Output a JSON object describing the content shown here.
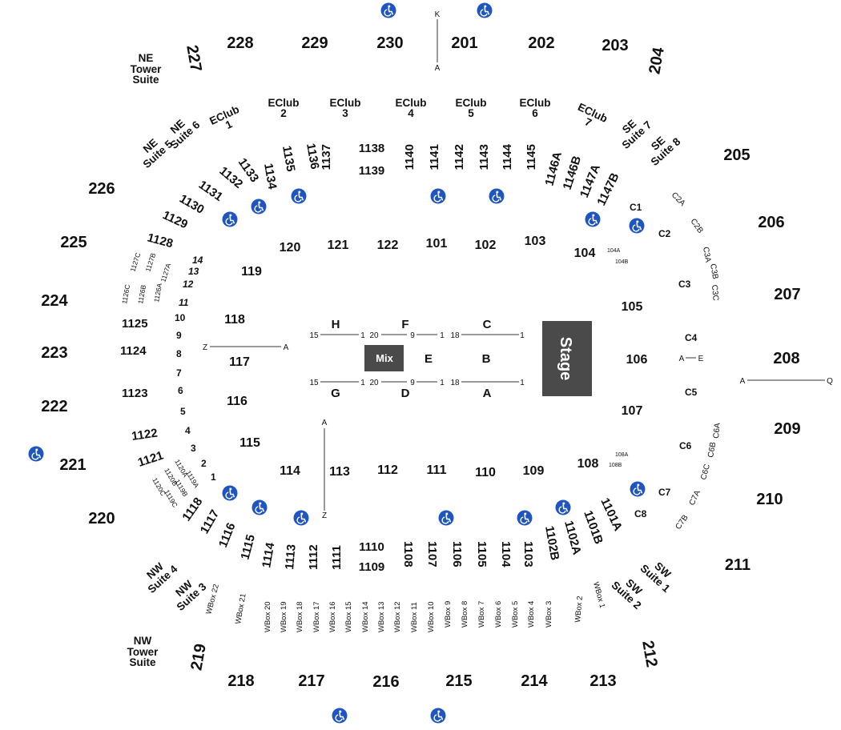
{
  "upper_sections": [
    "228",
    "229",
    "230",
    "201",
    "202",
    "203",
    "204",
    "205",
    "206",
    "207",
    "208",
    "209",
    "210",
    "211",
    "212",
    "213",
    "214",
    "215",
    "216",
    "217",
    "218",
    "219",
    "220",
    "221",
    "222",
    "223",
    "224",
    "225",
    "226",
    "227"
  ],
  "tower_suites": {
    "ne": [
      "NE",
      "Tower",
      "Suite"
    ],
    "nw": [
      "NW",
      "Tower",
      "Suite"
    ]
  },
  "suites": {
    "ne5": [
      "NE",
      "Suite 5"
    ],
    "ne6": [
      "NE",
      "Suite 6"
    ],
    "se7": [
      "SE",
      "Suite 7"
    ],
    "se8": [
      "SE",
      "Suite 8"
    ],
    "nw4": [
      "NW",
      "Suite 4"
    ],
    "nw3": [
      "NW",
      "Suite 3"
    ],
    "sw1": [
      "SW",
      "Suite 1"
    ],
    "sw2": [
      "SW",
      "Suite 2"
    ]
  },
  "eclubs": [
    [
      "EClub",
      "1"
    ],
    [
      "EClub",
      "2"
    ],
    [
      "EClub",
      "3"
    ],
    [
      "EClub",
      "4"
    ],
    [
      "EClub",
      "5"
    ],
    [
      "EClub",
      "6"
    ],
    [
      "EClub",
      "7"
    ]
  ],
  "sections_1100_top": [
    "1134",
    "1135",
    "1136",
    "1137",
    "1138",
    "1139",
    "1140",
    "1141",
    "1142",
    "1143",
    "1144",
    "1145",
    "1146A",
    "1146B",
    "1147A",
    "1147B"
  ],
  "sections_1100_left": [
    "1133",
    "1132",
    "1131",
    "1130",
    "1129",
    "1128",
    "1125",
    "1124",
    "1123",
    "1122",
    "1121",
    "1118",
    "1117"
  ],
  "sections_1100_small": [
    "1127C",
    "1127B",
    "1127A",
    "1126C",
    "1126B",
    "1126A",
    "1120A",
    "1119A",
    "1120B",
    "1119B",
    "1120C",
    "1119C"
  ],
  "sections_1100_bottom": [
    "1116",
    "1115",
    "1114",
    "1113",
    "1112",
    "1111",
    "1110",
    "1109",
    "1108",
    "1107",
    "1106",
    "1105",
    "1104",
    "1103",
    "1102B",
    "1102A",
    "1101B",
    "1101A"
  ],
  "rows_numbers": [
    "14",
    "13",
    "12",
    "11",
    "10",
    "9",
    "8",
    "7",
    "6",
    "5",
    "4",
    "3",
    "2",
    "1"
  ],
  "club_sections": [
    "C1",
    "C2",
    "C2A",
    "C2B",
    "C3A",
    "C3B",
    "C3C",
    "C3",
    "C4",
    "C5",
    "C6",
    "C6A",
    "C6B",
    "C6C",
    "C7",
    "C7A",
    "C7B",
    "C8"
  ],
  "sections_100": [
    "120",
    "121",
    "122",
    "101",
    "102",
    "103",
    "104",
    "104A",
    "104B",
    "119",
    "118",
    "117",
    "116",
    "115",
    "114",
    "113",
    "112",
    "111",
    "110",
    "109",
    "108",
    "108A",
    "108B",
    "105",
    "106",
    "107"
  ],
  "floor": {
    "sections": [
      "H",
      "F",
      "C",
      "E",
      "B",
      "G",
      "D",
      "A"
    ],
    "row_labels": [
      "15",
      "1",
      "20",
      "9",
      "1",
      "18",
      "1",
      "15",
      "1",
      "20",
      "9",
      "1",
      "18",
      "1"
    ],
    "mix_label": "Mix",
    "stage_label": "Stage"
  },
  "wboxes": [
    "WBox 22",
    "WBox 21",
    "WBox 20",
    "WBox 19",
    "WBox 18",
    "WBox 17",
    "WBox 16",
    "WBox 15",
    "WBox 14",
    "WBox 13",
    "WBox 12",
    "WBox 11",
    "WBox 10",
    "WBox 9",
    "WBox 8",
    "WBox 7",
    "WBox 6",
    "WBox 5",
    "WBox 4",
    "WBox 3",
    "WBox 2",
    "WBox 1"
  ],
  "aisle_markers": {
    "k_top": "K",
    "k_bottom": "A",
    "za_left": "Z",
    "za_right": "A",
    "az_top": "A",
    "az_bottom": "Z",
    "aq_left": "A",
    "aq_right": "Q",
    "ae_left": "A",
    "ae_right": "E"
  },
  "colors": {
    "accessible": "#1f55c0",
    "stage_fill": "#4a4a4a",
    "mix_fill": "#4a4a4a"
  },
  "icons": {
    "accessible": "wheelchair-icon"
  }
}
